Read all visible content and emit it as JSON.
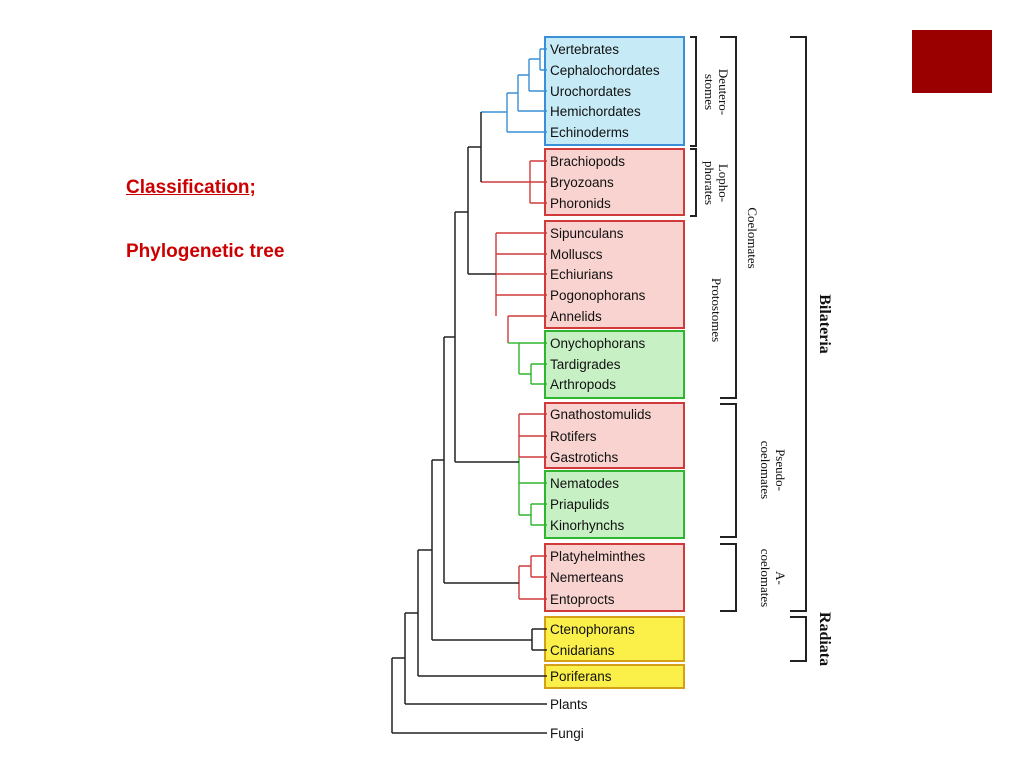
{
  "slide": {
    "title": "Classification",
    "title_suffix": ";",
    "subtitle": "Phylogenetic tree",
    "accent_color": "#9b0000",
    "text_color": "#cc0000"
  },
  "tree": {
    "taxa": [
      "Vertebrates",
      "Cephalochordates",
      "Urochordates",
      "Hemichordates",
      "Echinoderms",
      "Brachiopods",
      "Bryozoans",
      "Phoronids",
      "Sipunculans",
      "Molluscs",
      "Echiurians",
      "Pogonophorans",
      "Annelids",
      "Onychophorans",
      "Tardigrades",
      "Arthropods",
      "Gnathostomulids",
      "Rotifers",
      "Gastrotichs",
      "Nematodes",
      "Priapulids",
      "Kinorhynchs",
      "Platyhelminthes",
      "Nemerteans",
      "Entoprocts",
      "Ctenophorans",
      "Cnidarians",
      "Poriferans",
      "Plants",
      "Fungi"
    ],
    "groups": {
      "deuterostomes": [
        "Deutero-",
        "stomes"
      ],
      "lophophorates": [
        "Lopho-",
        "phorates"
      ],
      "protostomes": "Protostomes",
      "coelomates": "Coelomates",
      "pseudocoelomates": [
        "Pseudo-",
        "coelomates"
      ],
      "acoelomates": [
        "A-",
        "coelomates"
      ],
      "bilateria": "Bilateria",
      "radiata": "Radiata"
    },
    "colors": {
      "blue_box": "#c6ebf7",
      "blue_border": "#3a8fd6",
      "red_box": "#f8d3d0",
      "red_border": "#d03a3a",
      "green_box": "#c7f0c4",
      "green_border": "#2fb52f",
      "yellow_box": "#fbf04a",
      "yellow_border": "#d4a017"
    }
  }
}
